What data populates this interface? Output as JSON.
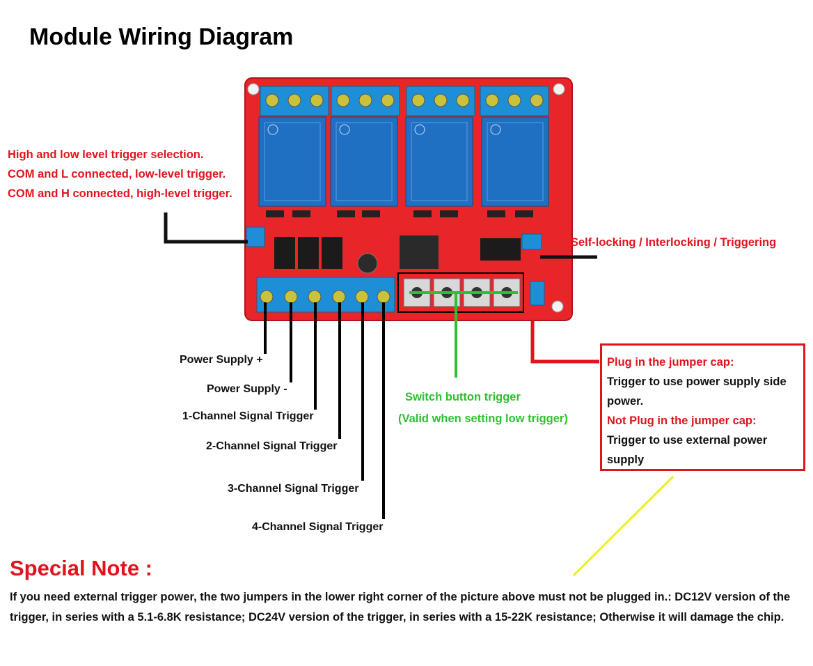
{
  "title": "Module Wiring Diagram",
  "trigger_selection": {
    "line1": "High and low level trigger selection.",
    "line2": "COM and L connected, low-level trigger.",
    "line3": "COM and H connected, high-level trigger."
  },
  "mode_label": "Self-locking / Interlocking / Triggering",
  "terminals": {
    "power_plus": "Power Supply +",
    "power_minus": "Power Supply -",
    "ch1": "1-Channel Signal Trigger",
    "ch2": "2-Channel Signal Trigger",
    "ch3": "3-Channel Signal Trigger",
    "ch4": "4-Channel Signal Trigger"
  },
  "switch": {
    "label": "Switch button trigger",
    "sublabel": "(Valid when setting low trigger)"
  },
  "jumper_box": {
    "plug_title": "Plug in the jumper cap:",
    "plug_text": "Trigger to use power supply side power.",
    "noplug_title": "Not Plug in the jumper cap:",
    "noplug_text": "Trigger to use external power supply"
  },
  "note": {
    "title": "Special Note :",
    "body": "If you need external trigger power, the two jumpers in the lower right corner of the picture above must not be plugged in.: DC12V version of the trigger, in series with a 5.1-6.8K resistance; DC24V version of the trigger, in series with a 15-22K resistance; Otherwise it will damage the chip."
  },
  "colors": {
    "board": "#e8262a",
    "terminal": "#1e8fd6",
    "relay": "#1f6fc2",
    "label_red": "#e0141e",
    "label_green": "#2fbf2f",
    "leader_yellow": "#f2ee1a"
  }
}
